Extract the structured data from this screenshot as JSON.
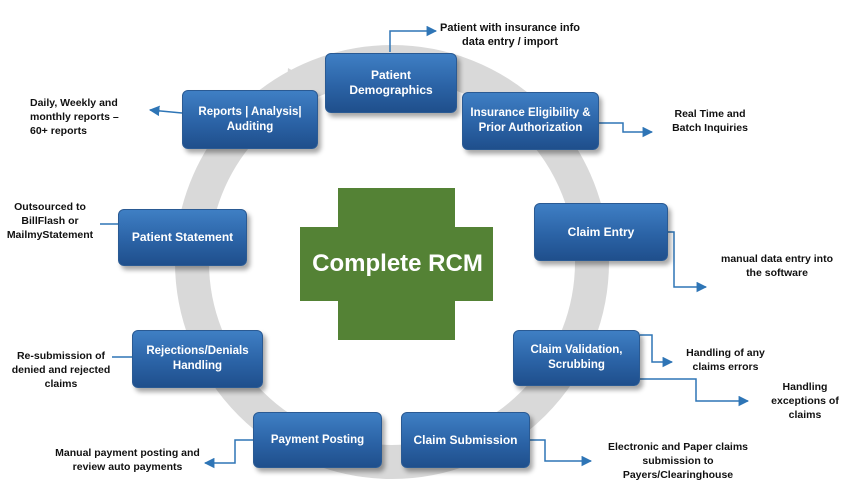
{
  "center": {
    "label": "Complete RCM",
    "color": "#548235"
  },
  "ring_color": "#d9d9d9",
  "box_color": "#2e6aad",
  "connector_color": "#2e75b6",
  "boxes": [
    {
      "label": "Patient Demographics"
    },
    {
      "label": "Insurance Eligibility & Prior Authorization"
    },
    {
      "label": "Claim Entry"
    },
    {
      "label": "Claim Validation, Scrubbing"
    },
    {
      "label": "Claim Submission"
    },
    {
      "label": "Payment Posting"
    },
    {
      "label": "Rejections/Denials Handling"
    },
    {
      "label": "Patient Statement"
    },
    {
      "label": "Reports | Analysis| Auditing"
    }
  ],
  "notes": [
    {
      "text": "Patient with insurance info data entry / import"
    },
    {
      "text": "Real Time and Batch Inquiries"
    },
    {
      "text": "manual data entry into the software"
    },
    {
      "text": "Handling of any claims errors"
    },
    {
      "text": "Handling exceptions of claims"
    },
    {
      "text": "Electronic and Paper claims submission to Payers/Clearinghouse"
    },
    {
      "text": "Manual payment posting and review auto payments"
    },
    {
      "text": "Re-submission of denied and rejected claims"
    },
    {
      "text": "Outsourced to BillFlash or MailmyStatement"
    },
    {
      "text": "Daily, Weekly and monthly reports – 60+ reports"
    }
  ]
}
